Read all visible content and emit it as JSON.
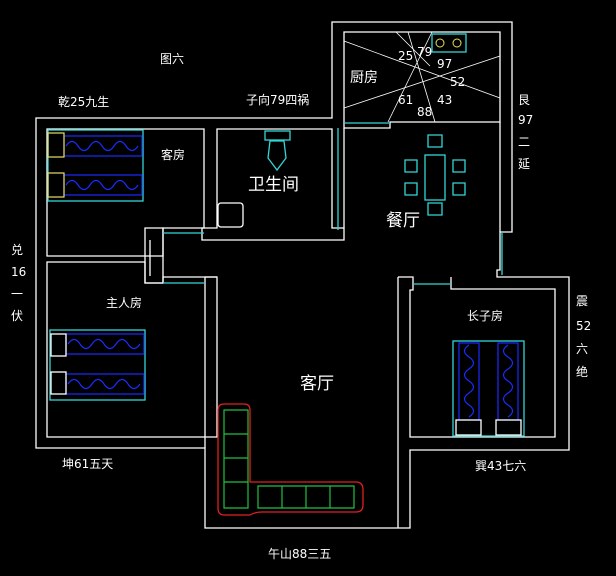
{
  "title": "图六",
  "directions": {
    "nw": "乾25九生",
    "north": "子向79四祸",
    "ne": [
      "艮",
      "97",
      "二",
      "延"
    ],
    "west": [
      "兑",
      "16",
      "一",
      "伏"
    ],
    "east": [
      "震",
      "52",
      "六",
      "绝"
    ],
    "sw": "坤61五天",
    "se": "巽43七六",
    "south": "午山88三五"
  },
  "rooms": {
    "guest": "客房",
    "bathroom": "卫生间",
    "dining": "餐厅",
    "kitchen": "厨房",
    "master": "主人房",
    "living": "客厅",
    "eldest_son": "长子房"
  },
  "kitchen_numbers": [
    "25",
    "79",
    "97",
    "52",
    "61",
    "88",
    "43"
  ],
  "colors": {
    "wall": "#ffffff",
    "fixture": "#33d6d6",
    "bed": "#1a2cff",
    "sofa": "#e02020",
    "plant": "#22c040"
  }
}
